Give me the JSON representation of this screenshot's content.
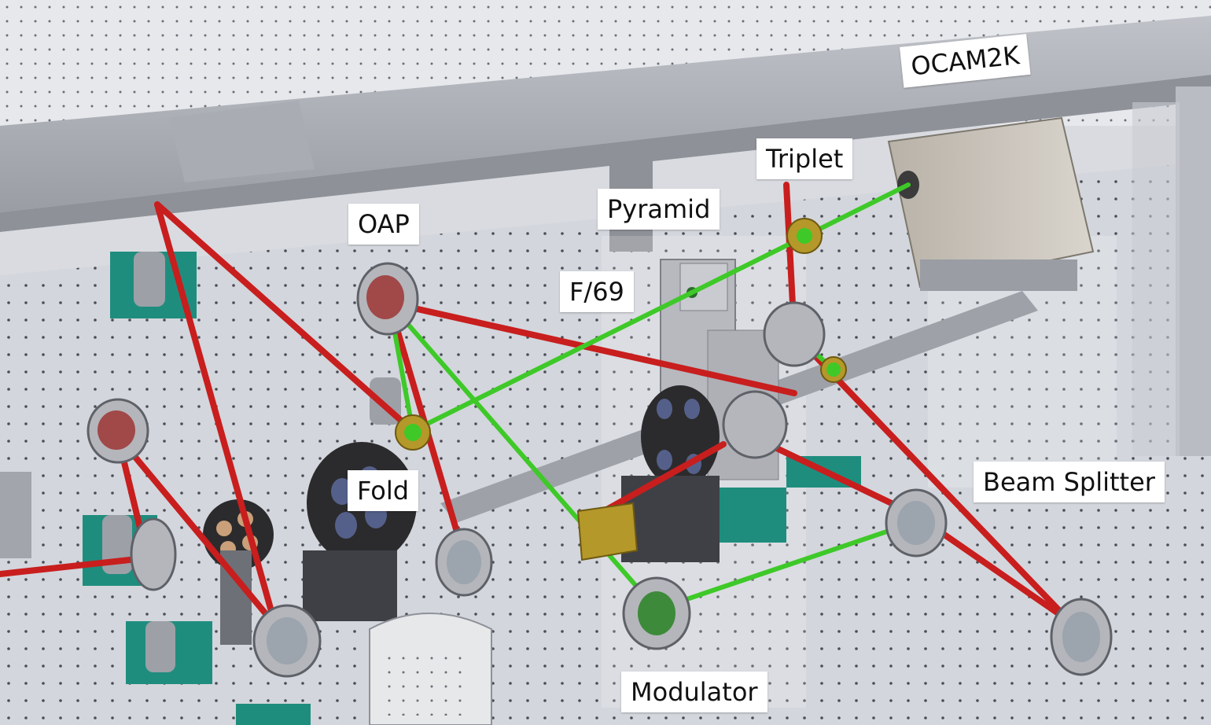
{
  "labels": {
    "ocam2k": "OCAM2K",
    "triplet": "Triplet",
    "pyramid": "Pyramid",
    "oap": "OAP",
    "f69": "F/69",
    "fold": "Fold",
    "beam_splitter": "Beam Splitter",
    "modulator": "Modulator"
  },
  "colors": {
    "red_beam": "#c81e1e",
    "green_beam": "#3ec928",
    "optical_table": "#d3d6dc",
    "mount_base": "#1f8d7e",
    "brass_mount": "#b5982a"
  }
}
